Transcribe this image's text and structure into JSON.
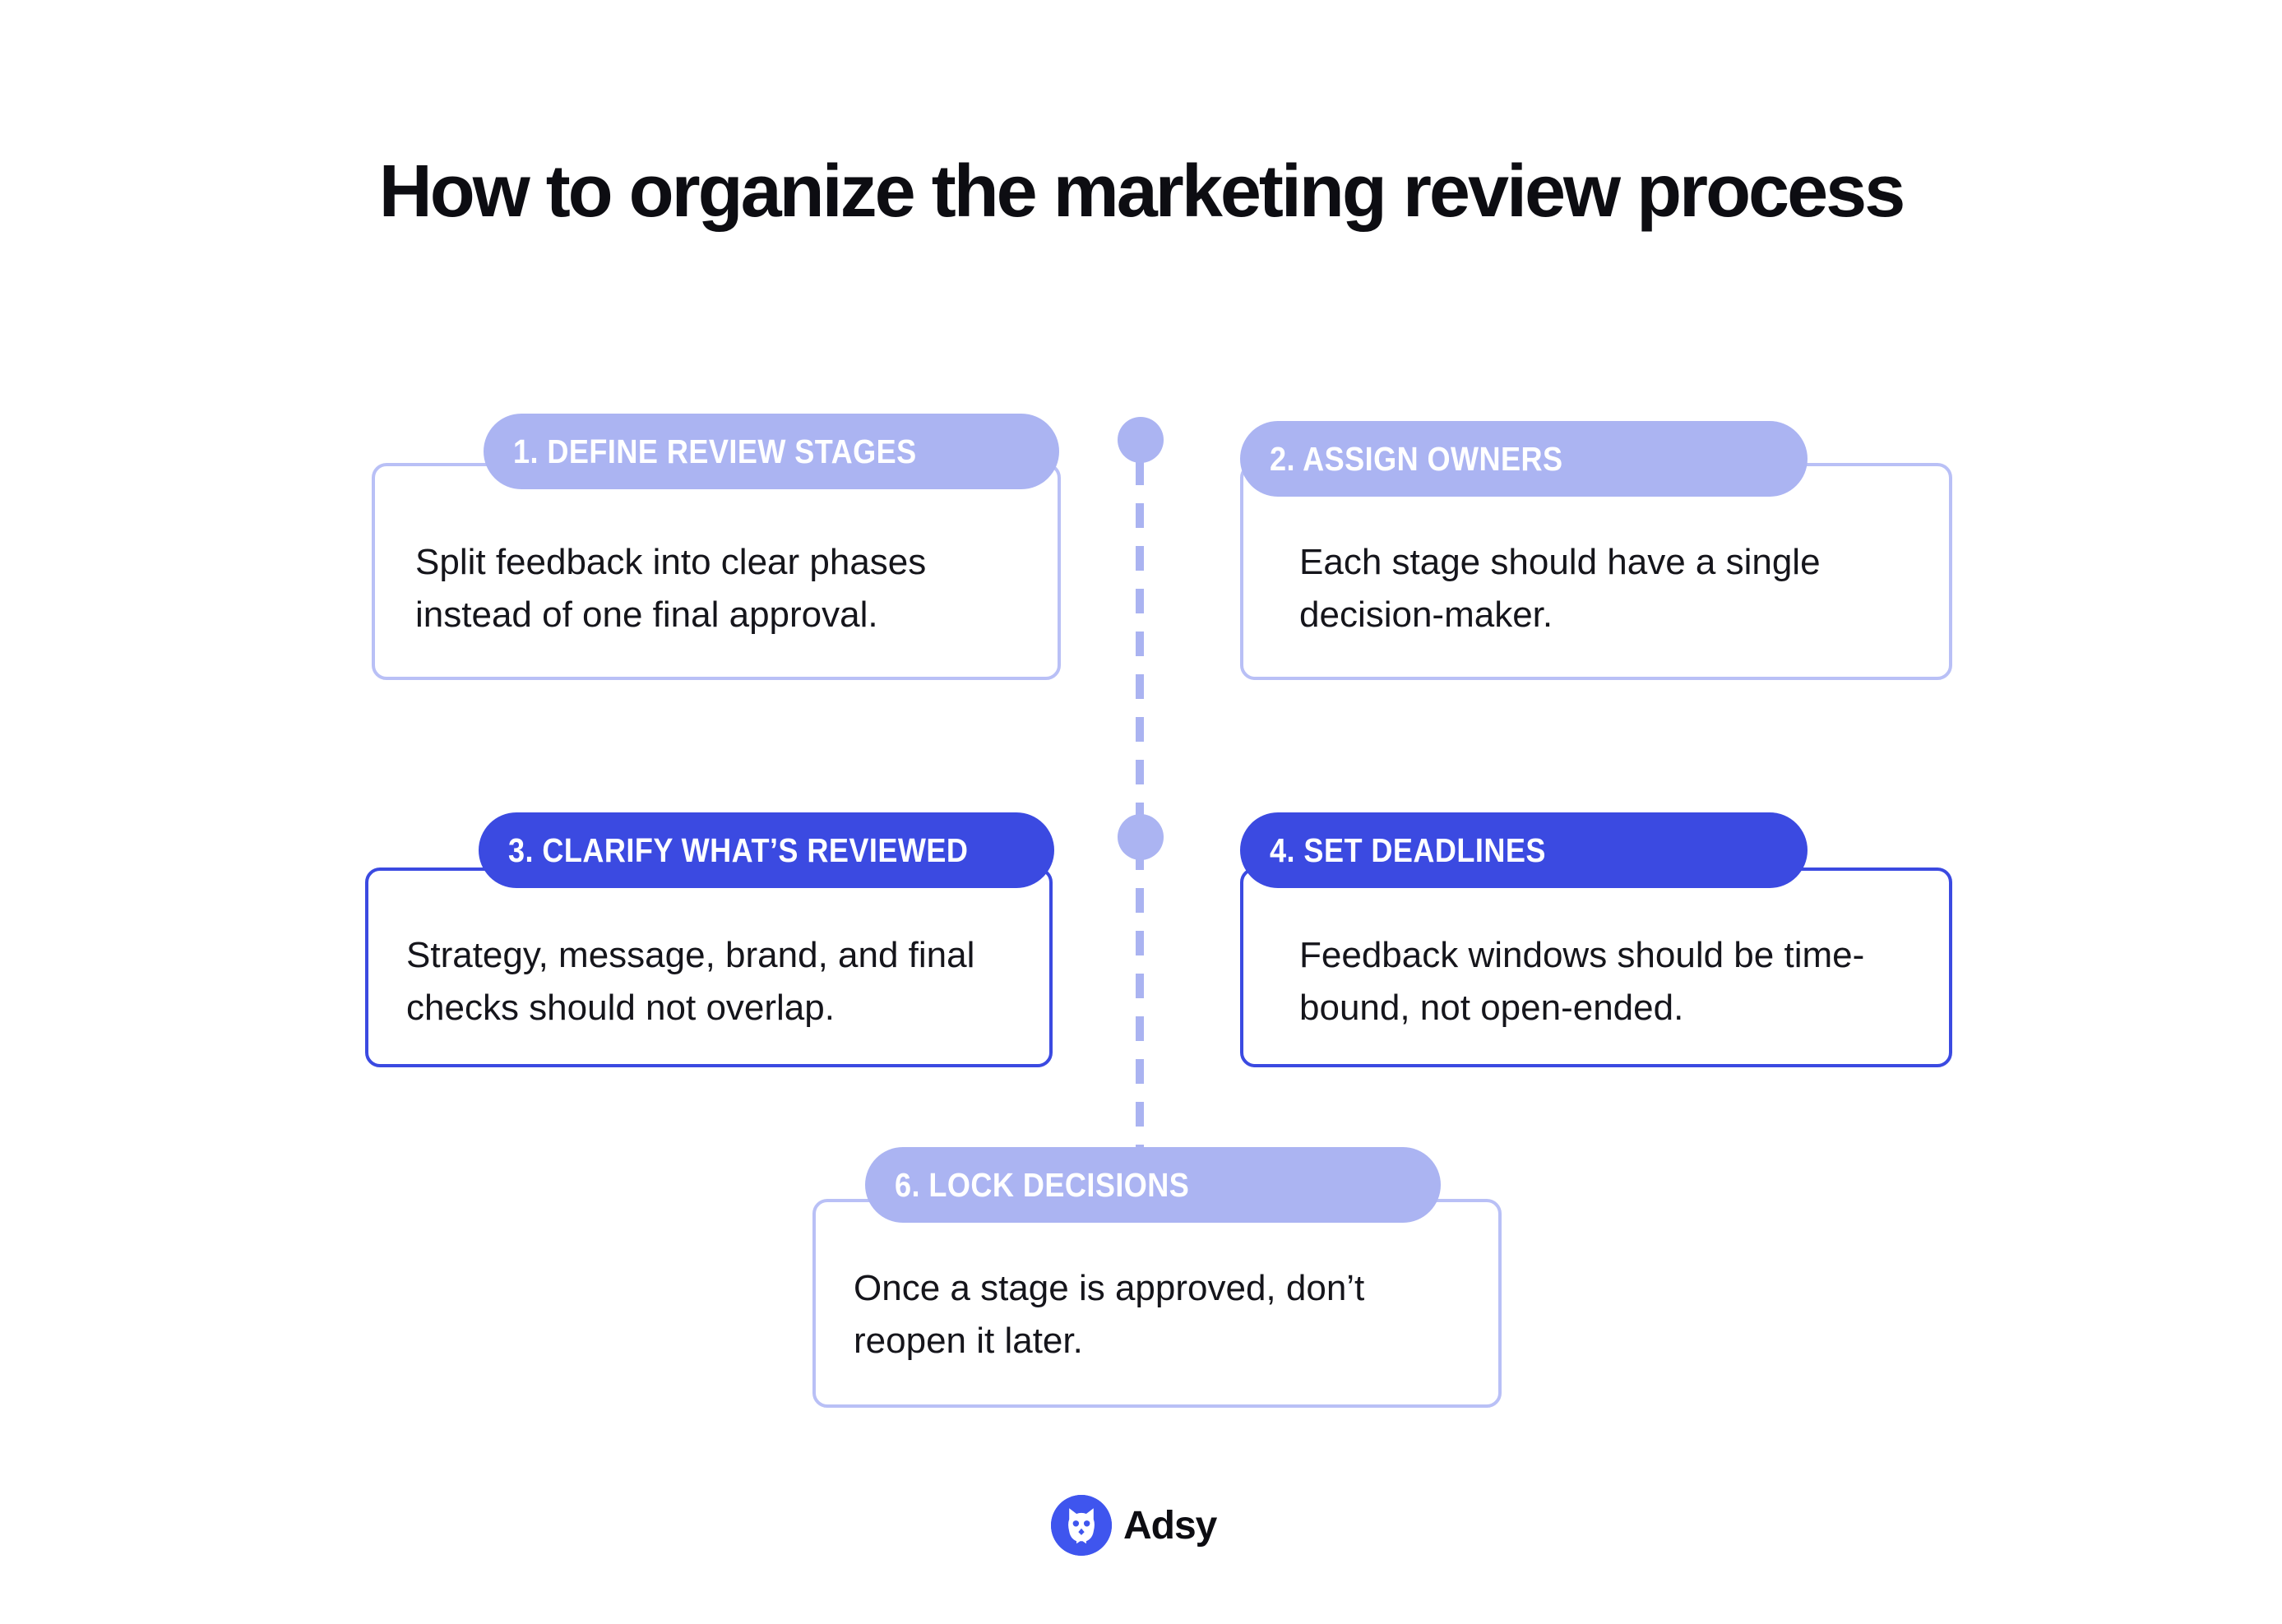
{
  "title": "How to organize the marketing review process",
  "cards": [
    {
      "label": "1. DEFINE REVIEW STAGES",
      "text": "Split feedback into clear phases instead of one final approval.",
      "style": "light"
    },
    {
      "label": "2. ASSIGN OWNERS",
      "text": "Each stage should have a single decision-maker.",
      "style": "light"
    },
    {
      "label": "3. CLARIFY WHAT’S REVIEWED",
      "text": "Strategy, message, brand, and final checks should not overlap.",
      "style": "dark"
    },
    {
      "label": "4. SET DEADLINES",
      "text": "Feedback windows should be time-bound, not open-ended.",
      "style": "dark"
    },
    {
      "label": "6. LOCK DECISIONS",
      "text": "Once a stage is approved, don’t reopen it later.",
      "style": "light"
    }
  ],
  "logo": {
    "name": "Adsy"
  },
  "colors": {
    "light_accent": "#abb4f2",
    "light_border": "#b9c0f6",
    "dark_accent": "#3b4ae1",
    "logo_blue": "#3f55ee",
    "text": "#15151b",
    "title": "#0d0d12",
    "background": "#ffffff"
  }
}
